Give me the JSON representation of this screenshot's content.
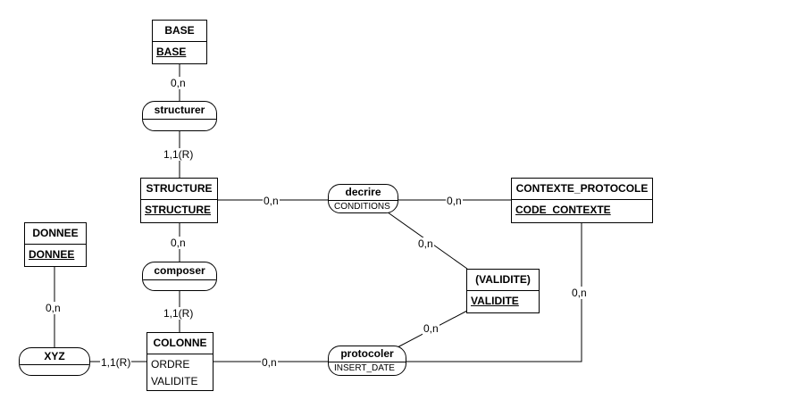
{
  "entities": {
    "base": {
      "name": "BASE",
      "key": "BASE"
    },
    "structure": {
      "name": "STRUCTURE",
      "key": "STRUCTURE"
    },
    "contexte_protocole": {
      "name": "CONTEXTE_PROTOCOLE",
      "key": "CODE_CONTEXTE"
    },
    "donnee": {
      "name": "DONNEE",
      "key": "DONNEE"
    },
    "validite": {
      "name": "(VALIDITE)",
      "key": "VALIDITE"
    },
    "colonne": {
      "name": "COLONNE",
      "attributes": [
        "ORDRE",
        "VALIDITE"
      ]
    }
  },
  "associations": {
    "structurer": {
      "name": "structurer"
    },
    "decrire": {
      "name": "decrire",
      "property": "CONDITIONS"
    },
    "composer": {
      "name": "composer"
    },
    "xyz": {
      "name": "XYZ"
    },
    "protocoler": {
      "name": "protocoler",
      "property": "INSERT_DATE"
    }
  },
  "cardinalities": {
    "base_structurer": "0,n",
    "structure_structurer": "1,1(R)",
    "structure_decrire": "0,n",
    "contexte_decrire": "0,n",
    "decrire_validite": "0,n",
    "structure_composer": "0,n",
    "colonne_composer": "1,1(R)",
    "donnee_xyz": "0,n",
    "colonne_xyz": "1,1(R)",
    "colonne_protocoler": "0,n",
    "validite_protocoler": "0,n",
    "contexte_protocoler": "0,n"
  }
}
